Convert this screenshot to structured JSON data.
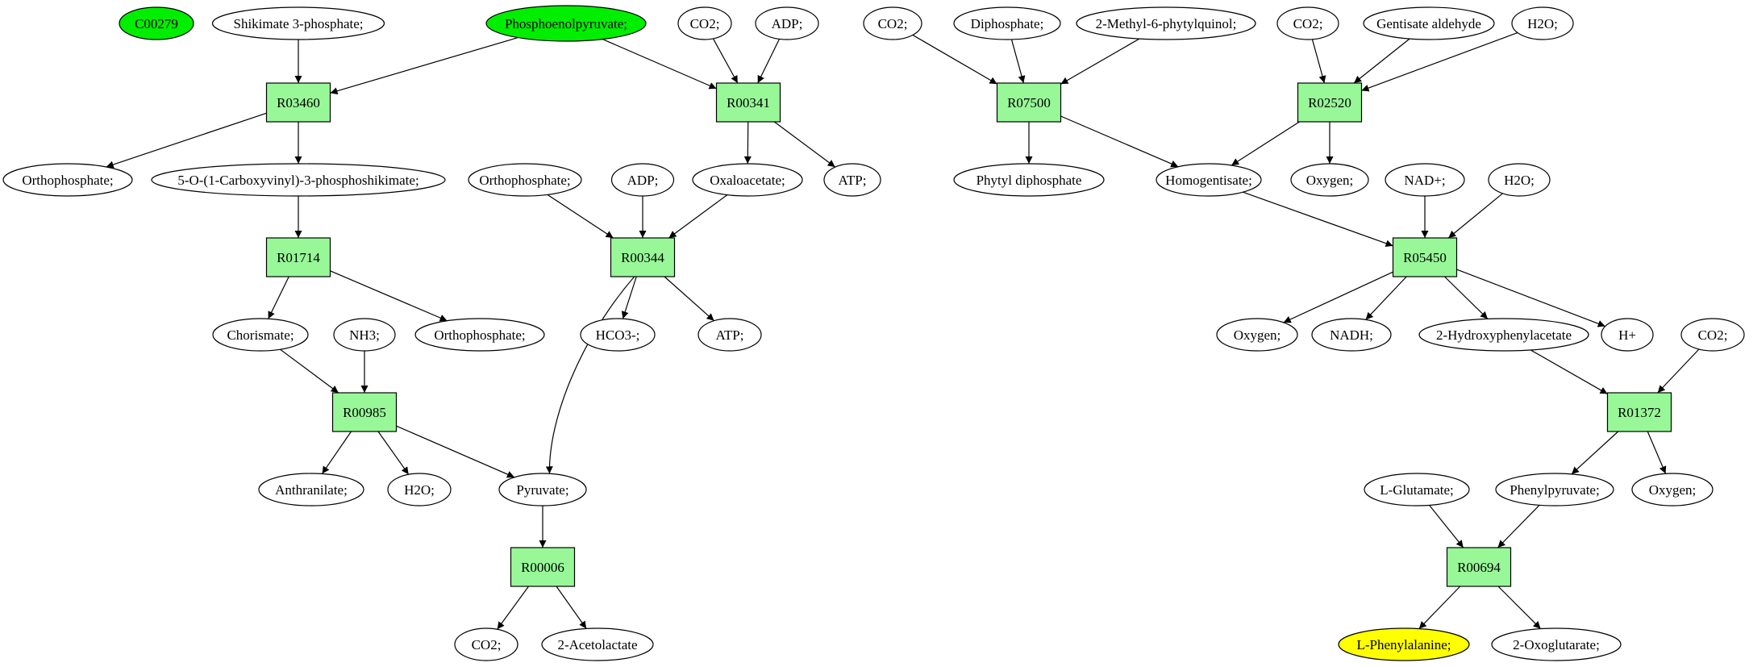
{
  "colors": {
    "reaction_fill": "#98f898",
    "highlight_green": "#00ee00",
    "highlight_yellow": "#ffff00",
    "compound_fill": "#ffffff",
    "stroke": "#000000"
  },
  "reactions": [
    {
      "id": "R03460",
      "label": "R03460"
    },
    {
      "id": "R00341",
      "label": "R00341"
    },
    {
      "id": "R01714",
      "label": "R01714"
    },
    {
      "id": "R00344",
      "label": "R00344"
    },
    {
      "id": "R00985",
      "label": "R00985"
    },
    {
      "id": "R00006",
      "label": "R00006"
    },
    {
      "id": "R07500",
      "label": "R07500"
    },
    {
      "id": "R02520",
      "label": "R02520"
    },
    {
      "id": "R05450",
      "label": "R05450"
    },
    {
      "id": "R01372",
      "label": "R01372"
    },
    {
      "id": "R00694",
      "label": "R00694"
    }
  ],
  "compounds": [
    {
      "id": "c00279",
      "label": "C00279",
      "highlight": "green"
    },
    {
      "id": "shik3p",
      "label": "Shikimate 3-phosphate;"
    },
    {
      "id": "pep",
      "label": "Phosphoenolpyruvate;",
      "highlight": "green"
    },
    {
      "id": "co2_a",
      "label": "CO2;"
    },
    {
      "id": "adp_a",
      "label": "ADP;"
    },
    {
      "id": "orthop_a",
      "label": "Orthophosphate;"
    },
    {
      "id": "epsp",
      "label": "5-O-(1-Carboxyvinyl)-3-phosphoshikimate;"
    },
    {
      "id": "orthop_b",
      "label": "Orthophosphate;"
    },
    {
      "id": "adp_b",
      "label": "ADP;"
    },
    {
      "id": "oxaloacetate",
      "label": "Oxaloacetate;"
    },
    {
      "id": "atp_a",
      "label": "ATP;"
    },
    {
      "id": "chorismate",
      "label": "Chorismate;"
    },
    {
      "id": "nh3",
      "label": "NH3;"
    },
    {
      "id": "orthop_c",
      "label": "Orthophosphate;"
    },
    {
      "id": "hco3",
      "label": "HCO3-;"
    },
    {
      "id": "atp_b",
      "label": "ATP;"
    },
    {
      "id": "anthranilate",
      "label": "Anthranilate;"
    },
    {
      "id": "h2o_a",
      "label": "H2O;"
    },
    {
      "id": "pyruvate",
      "label": "Pyruvate;"
    },
    {
      "id": "co2_b",
      "label": "CO2;"
    },
    {
      "id": "acetolactate",
      "label": "2-Acetolactate"
    },
    {
      "id": "co2_c",
      "label": "CO2;"
    },
    {
      "id": "diphosphate",
      "label": "Diphosphate;"
    },
    {
      "id": "mpq",
      "label": "2-Methyl-6-phytylquinol;"
    },
    {
      "id": "co2_d",
      "label": "CO2;"
    },
    {
      "id": "gentisald",
      "label": "Gentisate aldehyde"
    },
    {
      "id": "h2o_b",
      "label": "H2O;"
    },
    {
      "id": "phytyldp",
      "label": "Phytyl diphosphate"
    },
    {
      "id": "homogentisate",
      "label": "Homogentisate;"
    },
    {
      "id": "oxygen_a",
      "label": "Oxygen;"
    },
    {
      "id": "nadp",
      "label": "NAD+;"
    },
    {
      "id": "h2o_c",
      "label": "H2O;"
    },
    {
      "id": "oxygen_b",
      "label": "Oxygen;"
    },
    {
      "id": "nadh",
      "label": "NADH;"
    },
    {
      "id": "hpa",
      "label": "2-Hydroxyphenylacetate"
    },
    {
      "id": "hplus",
      "label": "H+"
    },
    {
      "id": "co2_e",
      "label": "CO2;"
    },
    {
      "id": "lglu",
      "label": "L-Glutamate;"
    },
    {
      "id": "phenylpyr",
      "label": "Phenylpyruvate;"
    },
    {
      "id": "oxygen_c",
      "label": "Oxygen;"
    },
    {
      "id": "lphe",
      "label": "L-Phenylalanine;",
      "highlight": "yellow"
    },
    {
      "id": "oxoglut",
      "label": "2-Oxoglutarate;"
    }
  ],
  "edges": [
    [
      "shik3p",
      "R03460"
    ],
    [
      "pep",
      "R03460"
    ],
    [
      "R03460",
      "orthop_a"
    ],
    [
      "R03460",
      "epsp"
    ],
    [
      "pep",
      "R00341"
    ],
    [
      "co2_a",
      "R00341"
    ],
    [
      "adp_a",
      "R00341"
    ],
    [
      "R00341",
      "oxaloacetate"
    ],
    [
      "R00341",
      "atp_a"
    ],
    [
      "epsp",
      "R01714"
    ],
    [
      "R01714",
      "chorismate"
    ],
    [
      "R01714",
      "orthop_c"
    ],
    [
      "orthop_b",
      "R00344"
    ],
    [
      "adp_b",
      "R00344"
    ],
    [
      "oxaloacetate",
      "R00344"
    ],
    [
      "R00344",
      "hco3"
    ],
    [
      "R00344",
      "atp_b"
    ],
    [
      "R00344",
      "pyruvate"
    ],
    [
      "chorismate",
      "R00985"
    ],
    [
      "nh3",
      "R00985"
    ],
    [
      "R00985",
      "anthranilate"
    ],
    [
      "R00985",
      "h2o_a"
    ],
    [
      "R00985",
      "pyruvate"
    ],
    [
      "pyruvate",
      "R00006"
    ],
    [
      "R00006",
      "co2_b"
    ],
    [
      "R00006",
      "acetolactate"
    ],
    [
      "co2_c",
      "R07500"
    ],
    [
      "diphosphate",
      "R07500"
    ],
    [
      "mpq",
      "R07500"
    ],
    [
      "R07500",
      "phytyldp"
    ],
    [
      "R07500",
      "homogentisate"
    ],
    [
      "co2_d",
      "R02520"
    ],
    [
      "gentisald",
      "R02520"
    ],
    [
      "h2o_b",
      "R02520"
    ],
    [
      "R02520",
      "homogentisate"
    ],
    [
      "R02520",
      "oxygen_a"
    ],
    [
      "homogentisate",
      "R05450"
    ],
    [
      "nadp",
      "R05450"
    ],
    [
      "h2o_c",
      "R05450"
    ],
    [
      "R05450",
      "oxygen_b"
    ],
    [
      "R05450",
      "nadh"
    ],
    [
      "R05450",
      "hpa"
    ],
    [
      "R05450",
      "hplus"
    ],
    [
      "hpa",
      "R01372"
    ],
    [
      "co2_e",
      "R01372"
    ],
    [
      "R01372",
      "phenylpyr"
    ],
    [
      "R01372",
      "oxygen_c"
    ],
    [
      "lglu",
      "R00694"
    ],
    [
      "phenylpyr",
      "R00694"
    ],
    [
      "R00694",
      "lphe"
    ],
    [
      "R00694",
      "oxoglut"
    ]
  ]
}
